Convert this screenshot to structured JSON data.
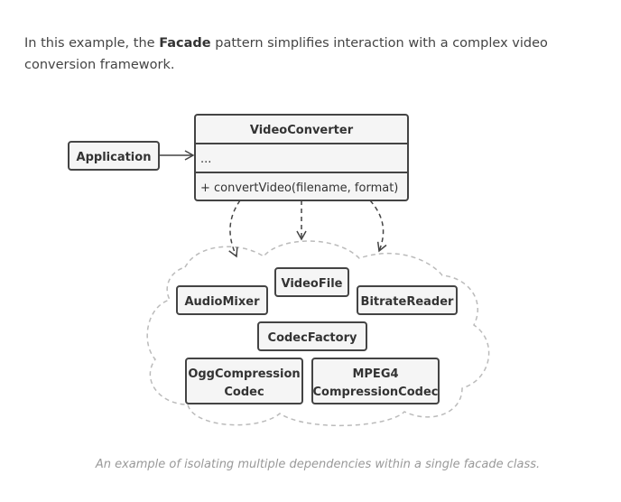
{
  "intro": {
    "prefix": "In this example, the ",
    "bold": "Facade",
    "suffix": " pattern simplifies interaction with a complex video conversion framework."
  },
  "diagram": {
    "application": "Application",
    "facade": {
      "name": "VideoConverter",
      "fields": "...",
      "method": "+ convertVideo(filename, format)"
    },
    "subsystem": {
      "video_file": "VideoFile",
      "audio_mixer": "AudioMixer",
      "bitrate_reader": "BitrateReader",
      "codec_factory": "CodecFactory",
      "ogg_line1": "OggCompression",
      "ogg_line2": "Codec",
      "mpeg_line1": "MPEG4",
      "mpeg_line2": "CompressionCodec"
    },
    "colors": {
      "stroke": "#444444",
      "box_fill": "#f5f5f5",
      "cloud": "#bbbbbb"
    }
  },
  "caption": "An example of isolating multiple dependencies within a single facade class."
}
